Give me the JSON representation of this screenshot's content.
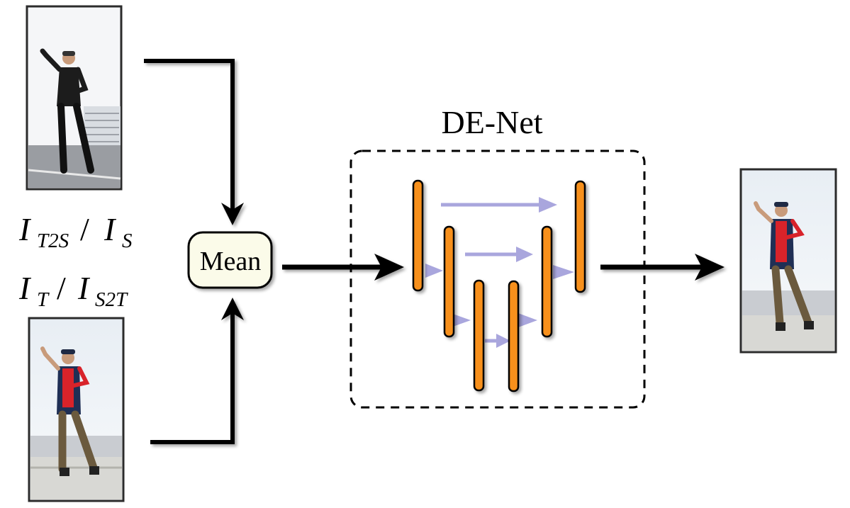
{
  "title": "DE-Net",
  "mean_label": "Mean",
  "label_top": {
    "a_main": "I",
    "a_sub": "T2S",
    "sep": "/",
    "b_main": "I",
    "b_sub": "S"
  },
  "label_bottom": {
    "a_main": "I",
    "a_sub": "T",
    "sep": "/",
    "b_main": "I",
    "b_sub": "S2T"
  },
  "images": [
    {
      "name": "input-photo-top",
      "description": "dancer in dark clothes"
    },
    {
      "name": "input-photo-bottom",
      "description": "dancer in red shirt and vest"
    },
    {
      "name": "output-photo",
      "description": "result dancer in red shirt and vest"
    }
  ],
  "colors": {
    "bar": "#f7901e",
    "skip_arrow": "#a9a6dd",
    "line": "#000000",
    "mean_fill": "#fbfbe9",
    "frame": "#2b2b2b"
  }
}
